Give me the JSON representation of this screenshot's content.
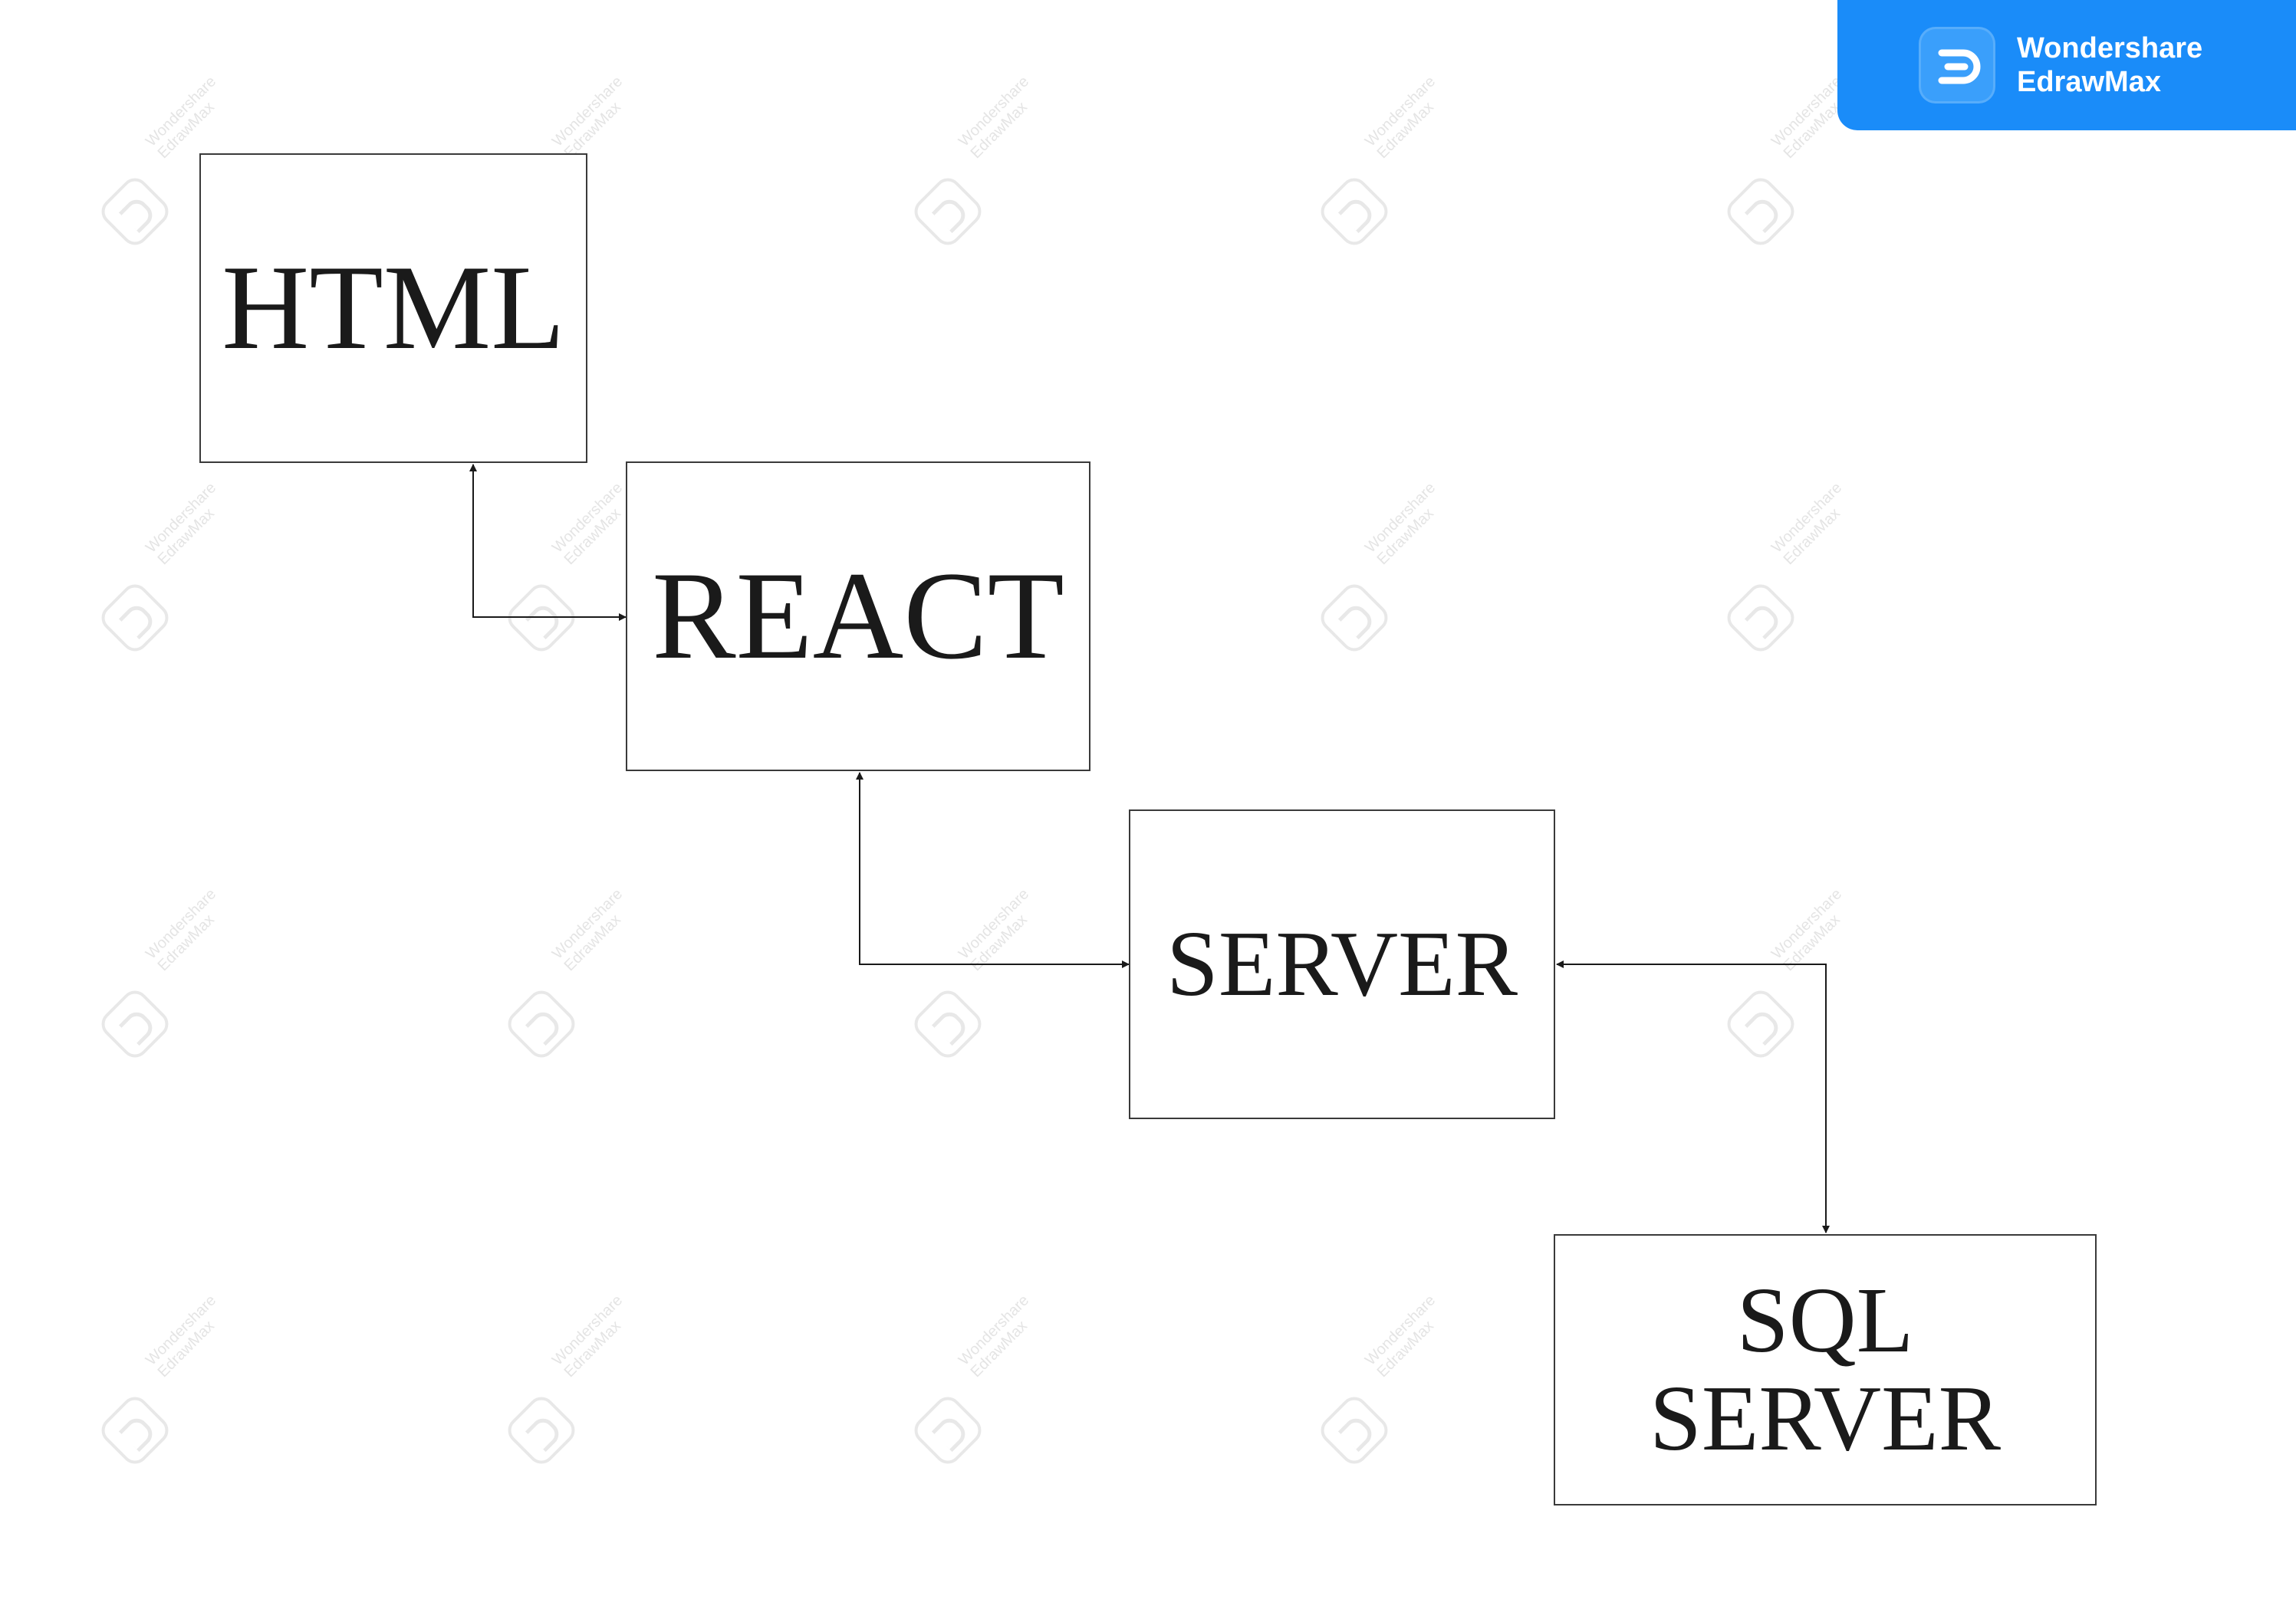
{
  "nodes": {
    "html": {
      "label": "HTML"
    },
    "react": {
      "label": "REACT"
    },
    "server": {
      "label": "SERVER"
    },
    "sql": {
      "line1": "SQL",
      "line2": "SERVER"
    }
  },
  "connectors": [
    {
      "from": "html",
      "to": "react",
      "direction": "bidirectional"
    },
    {
      "from": "react",
      "to": "server",
      "direction": "bidirectional"
    },
    {
      "from": "server",
      "to": "sql",
      "direction": "bidirectional"
    }
  ],
  "watermark": {
    "line1": "Wondershare",
    "line2": "EdrawMax"
  },
  "brand": {
    "line1": "Wondershare",
    "line2": "EdrawMax",
    "color": "#1a8cf9",
    "icon": "edrawmax-logo-icon"
  },
  "colors": {
    "stroke": "#1a1a1a",
    "background": "#ffffff"
  }
}
